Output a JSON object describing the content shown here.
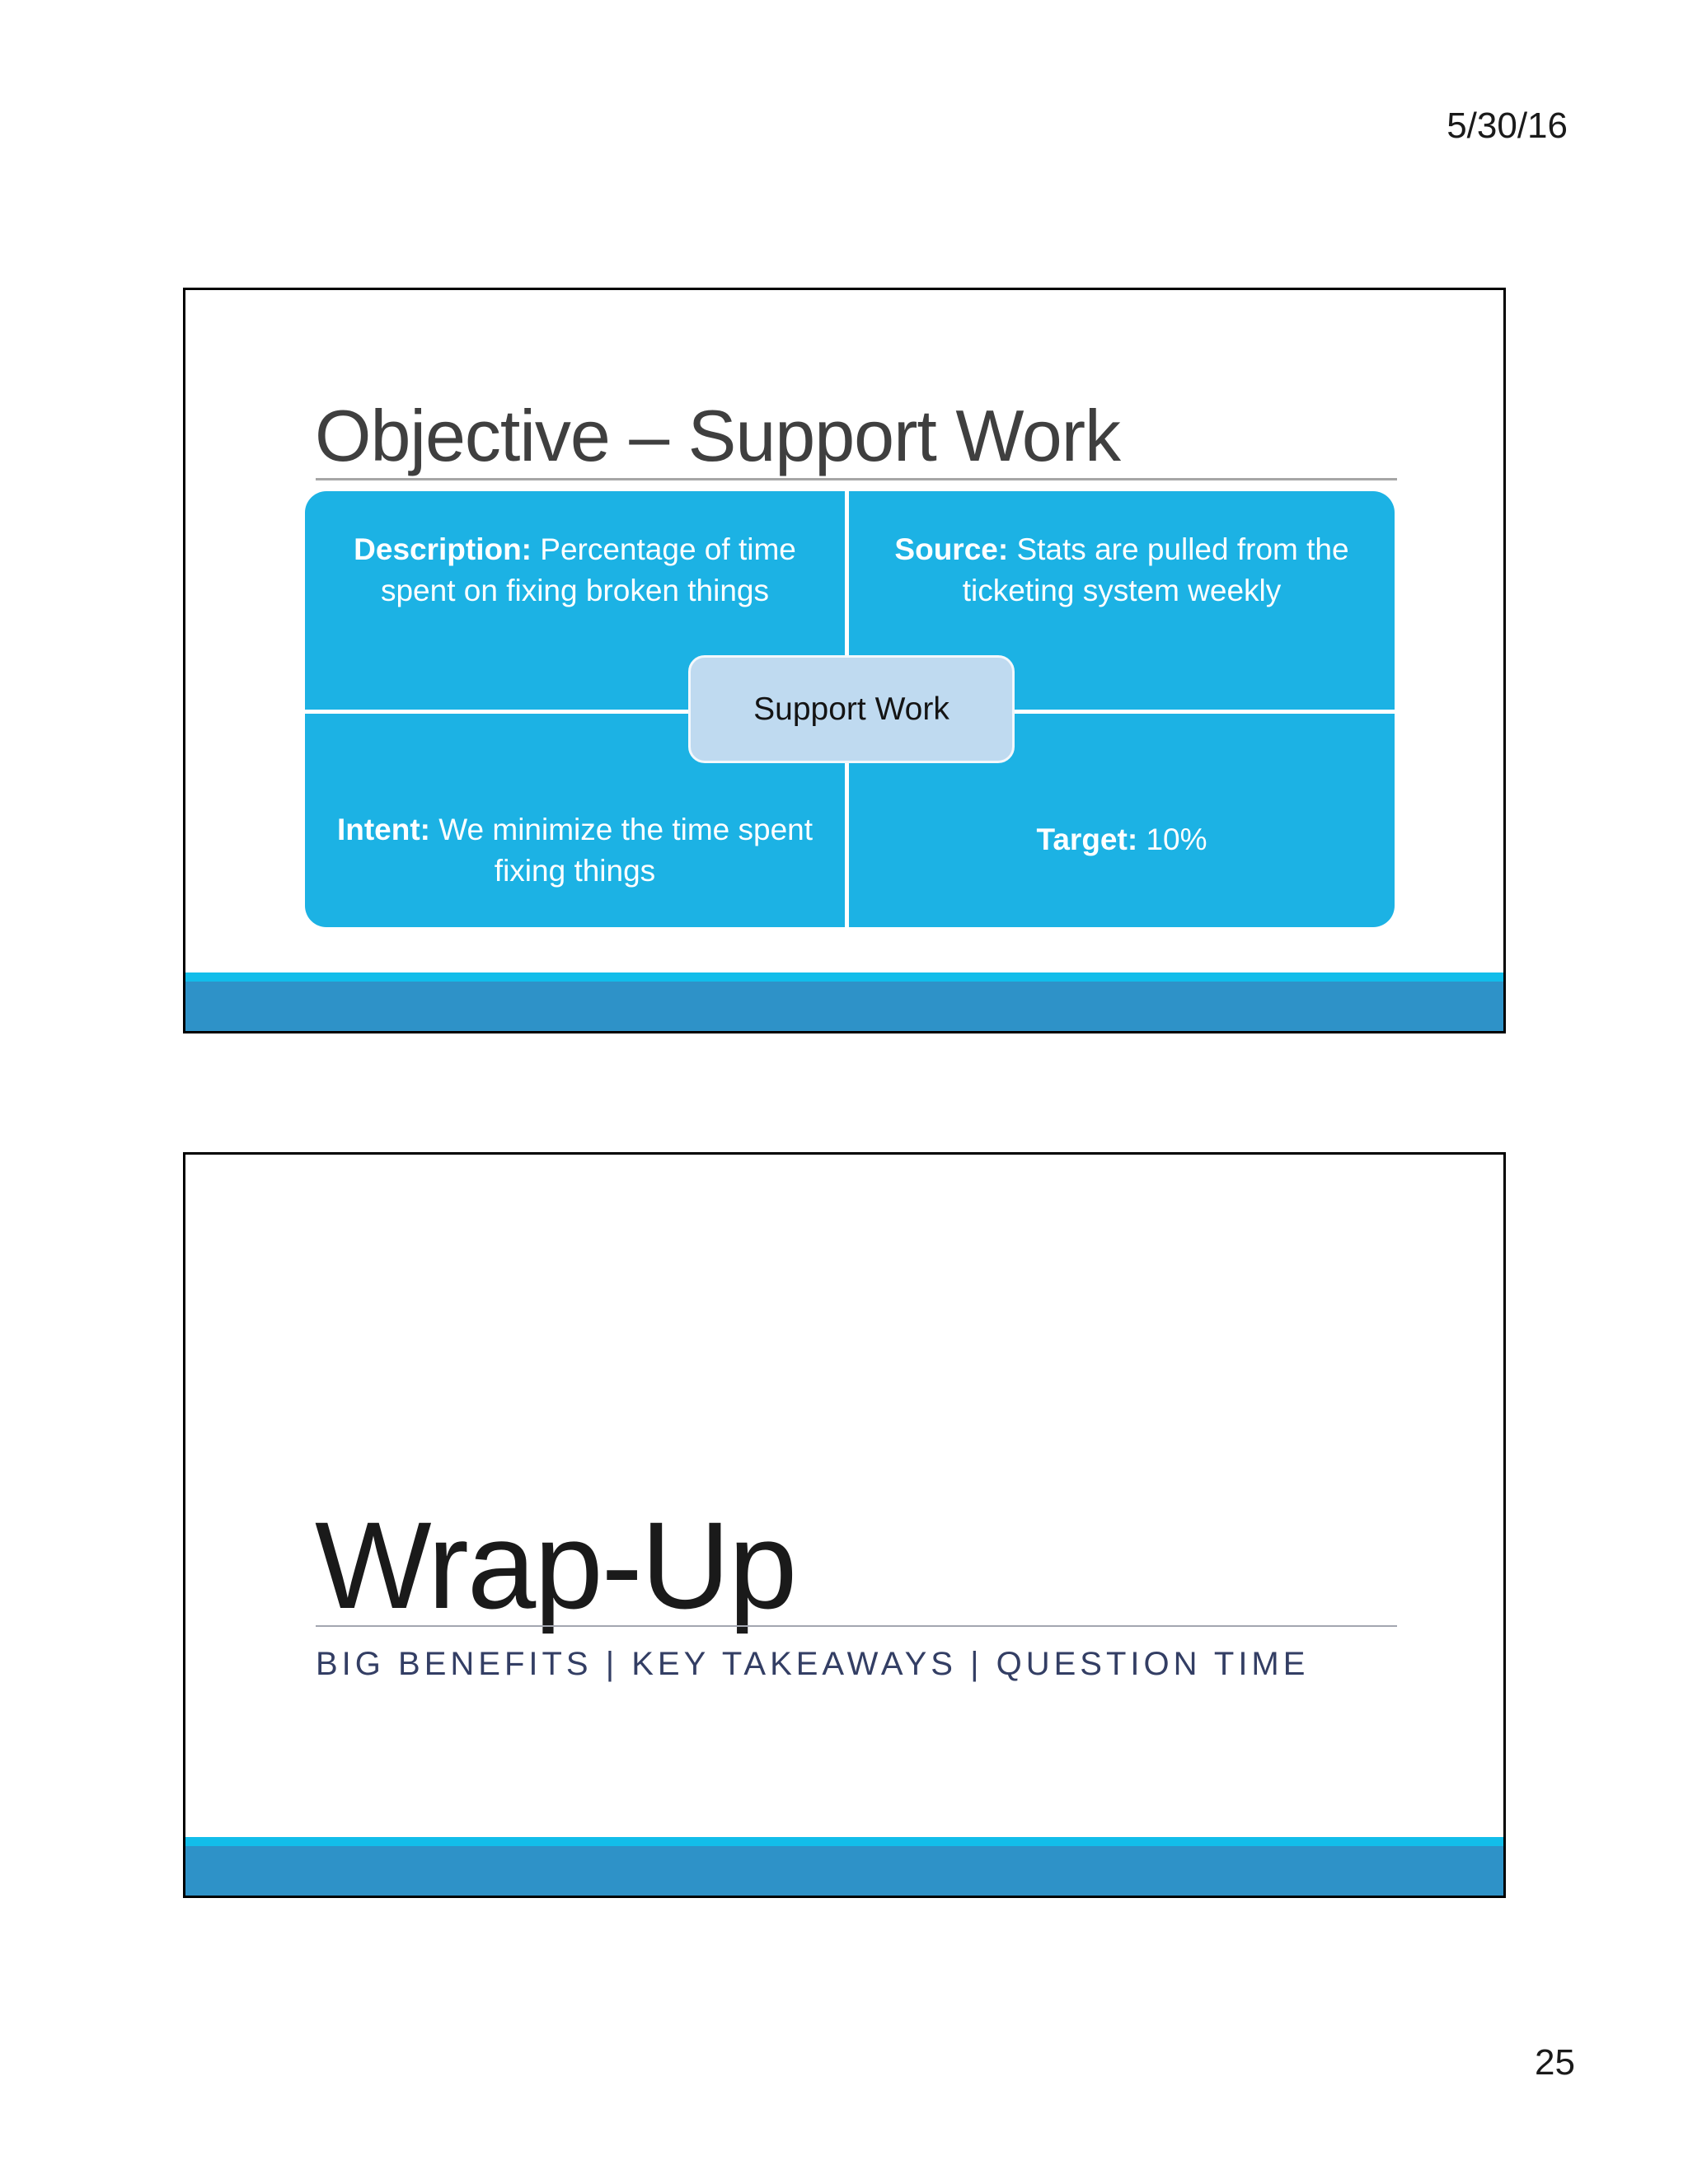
{
  "page": {
    "date": "5/30/16",
    "page_number": "25"
  },
  "slide1": {
    "title": "Objective – Support Work",
    "center_label": "Support Work",
    "cells": [
      {
        "label": "Description:",
        "line1": "Percentage of time",
        "line2": "spent on fixing broken things"
      },
      {
        "label": "Source:",
        "line1": "Stats are pulled from the",
        "line2": "ticketing system weekly"
      },
      {
        "label": "Intent:",
        "line1": "We minimize the time spent",
        "line2": "fixing things"
      },
      {
        "label": "Target:",
        "line1": "10%",
        "line2": ""
      }
    ]
  },
  "slide2": {
    "title": "Wrap-Up",
    "subtitle": "BIG BENEFITS | KEY TAKEAWAYS | QUESTION TIME"
  },
  "colors": {
    "cell_cyan": "#1cb2e4",
    "center_node_fill": "#bfdaf0",
    "footer_stripe": "#12bdea",
    "footer_bar": "#2e92c8",
    "title_gray": "#3f3f3f",
    "subtitle_navy": "#333e64",
    "rule_gray": "#a6a6a6"
  }
}
